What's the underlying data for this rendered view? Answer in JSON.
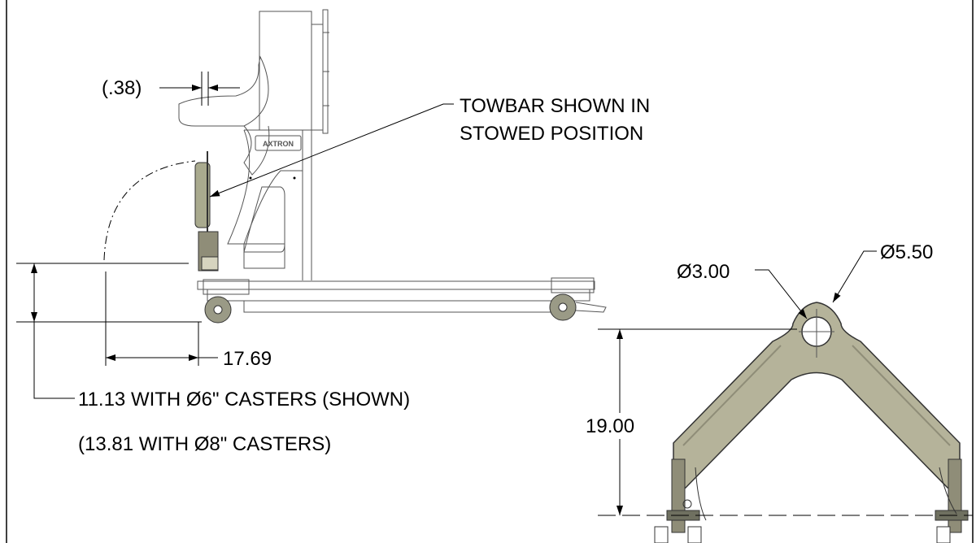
{
  "dims": {
    "towbar_offset": "(.38)",
    "towbar_note_1": "TOWBAR SHOWN IN",
    "towbar_note_2": "STOWED POSITION",
    "horizontal_dim": "17.69",
    "height_note_1": "11.13 WITH Ø6\" CASTERS (SHOWN)",
    "height_note_2": "(13.81 WITH Ø8\" CASTERS)",
    "hole_diameter": "Ø3.00",
    "arc_diameter": "Ø5.50",
    "cradle_height": "19.00"
  },
  "logo_text": "AXTRON",
  "colors": {
    "line": "#000000",
    "part_outline": "#555555",
    "cradle_fill": "#b5b39a",
    "cradle_dark": "#8f8d78",
    "towbar_fill": "#a9aa8e",
    "caster_fill": "#9a9a86"
  }
}
